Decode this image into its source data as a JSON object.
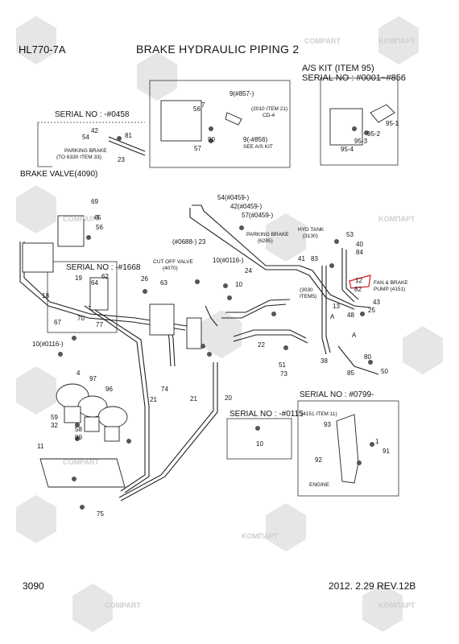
{
  "header": {
    "model": "HL770-7A",
    "title": "BRAKE HYDRAULIC PIPING 2",
    "kit_title": "A/S KIT (ITEM 95)",
    "kit_serial": "SERIAL NO : #0001~#856"
  },
  "footer": {
    "page": "3090",
    "revision": "2012. 2.29 REV.12B"
  },
  "watermark": {
    "brand_left": "COMPART",
    "brand_right": "KOMПАРТ"
  },
  "sections": {
    "serial_0458": "SERIAL NO : -#0458",
    "parking_brake_left": "PARKING BRAKE",
    "parking_brake_left_ref": "(TO 6330 ITEM 33)",
    "brake_valve": "BRAKE VALVE(4090)",
    "serial_1668": "SERIAL NO : -#1668",
    "cut_off_valve": "CUT OFF VALVE",
    "cut_off_valve_ref": "(4070)",
    "item_2010": "(2010 ITEM 21)",
    "cd4": "CD-4",
    "item9_a": "9(#857-)",
    "item9_b": "9(-#856)",
    "see_as_kit": "SEE A/S KIT",
    "item54": "54(#0459-)",
    "item42": "42(#0459-)",
    "item57": "57(#0459-)",
    "parking_brake_mid": "PARKING BRAKE",
    "parking_brake_mid_ref": "(6285)",
    "item_0688": "(#0688-) 23",
    "item_0116_a": "10(#0116-)",
    "item_0116_b": "10(#0116-)",
    "hyd_tank": "HYD TANK",
    "hyd_tank_ref": "(3130)",
    "item_3030": "(3030",
    "item5": "ITEM5)",
    "fan_brake": "FAN & BRAKE",
    "fan_brake_pump": "PUMP (4151)",
    "serial_0799": "SERIAL NO : #0799-",
    "item_4151": "(4151 ITEM 11)",
    "engine": "ENGINE",
    "serial_0115": "SERIAL NO : -#0115",
    "letter_a1": "A",
    "letter_a2": "A"
  },
  "part_numbers": {
    "n95_1": "95-1",
    "n95_2": "95-2",
    "n95_3": "95-3",
    "n95_4": "95-4",
    "n56": "56",
    "n7": "7",
    "n90": "90",
    "n57": "57",
    "n42": "42",
    "n54": "54",
    "n81": "81",
    "n23": "23",
    "n69": "69",
    "n5": "5",
    "n56b": "56",
    "n10": "10",
    "n24": "24",
    "n53": "53",
    "n40": "40",
    "n84": "84",
    "n41": "41",
    "n83": "83",
    "n12": "12",
    "n82": "82",
    "n43": "43",
    "n25": "25",
    "n48": "48",
    "n13": "13",
    "n80": "80",
    "n50": "50",
    "n85": "85",
    "n22": "22",
    "n51": "51",
    "n73": "73",
    "n38": "38",
    "n26": "26",
    "n62": "62",
    "n63": "63",
    "n64": "64",
    "n18": "18",
    "n67": "67",
    "n70": "70",
    "n77": "77",
    "n19": "19",
    "n97": "97",
    "n96": "96",
    "n4": "4",
    "n21": "21",
    "n21b": "21",
    "n20": "20",
    "n59": "59",
    "n32": "32",
    "n58": "58",
    "n99": "99",
    "n11": "11",
    "n75": "75",
    "n74": "74",
    "n93": "93",
    "n92": "92",
    "n91": "91",
    "n1": "1",
    "n10b": "10"
  }
}
